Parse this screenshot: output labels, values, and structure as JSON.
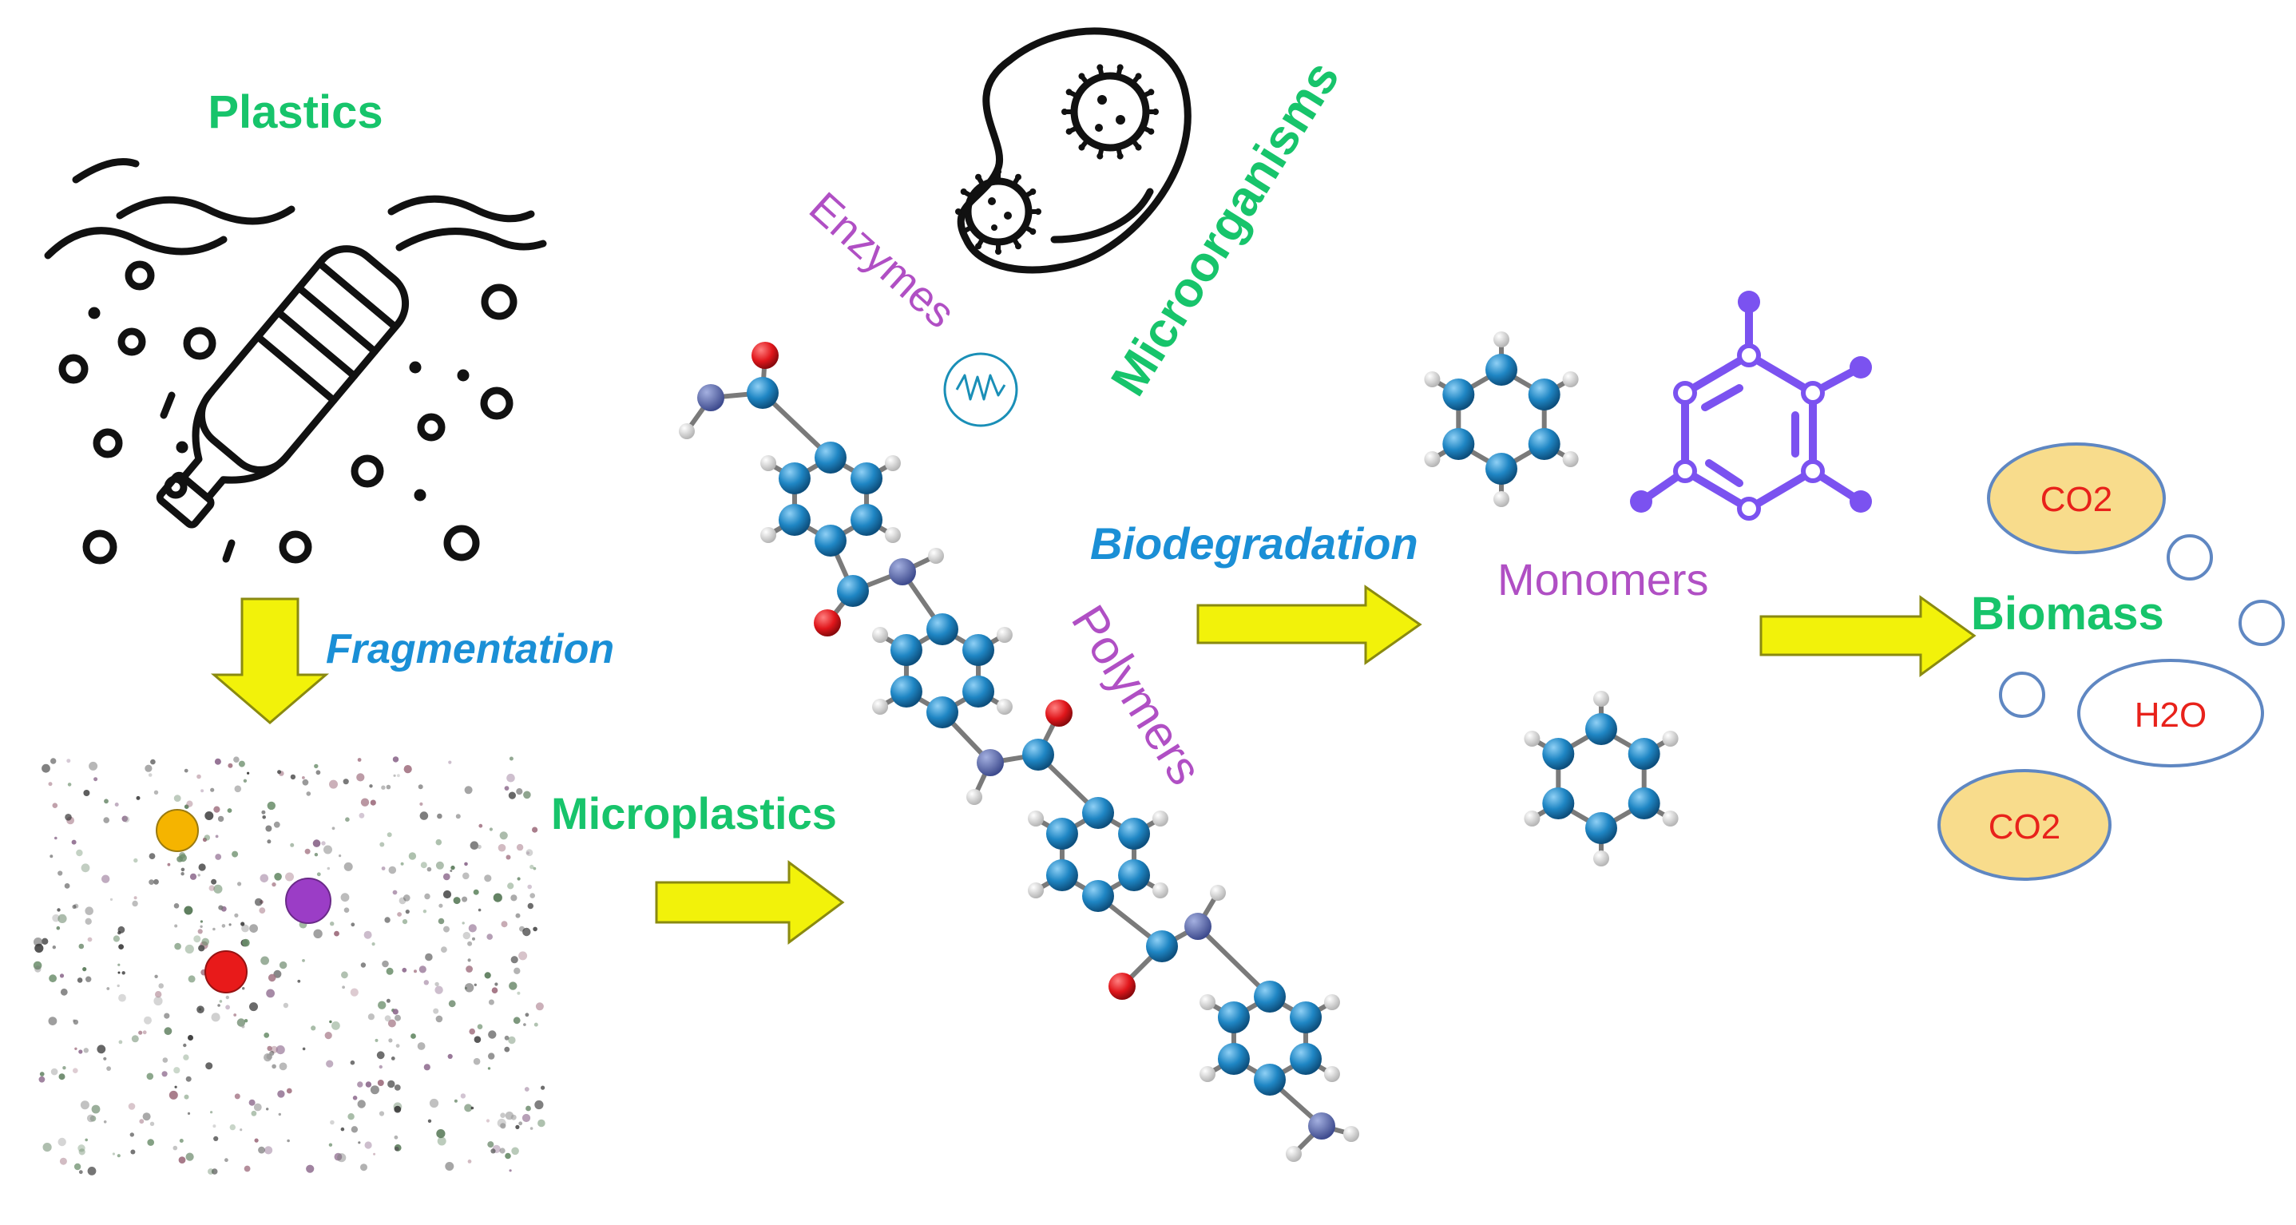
{
  "labels": {
    "plastics": "Plastics",
    "fragmentation": "Fragmentation",
    "microplastics": "Microplastics",
    "enzymes": "Enzymes",
    "microorganisms": "Microorganisms",
    "polymers": "Polymers",
    "biodegradation": "Biodegradation",
    "monomers": "Monomers",
    "biomass": "Biomass"
  },
  "products": {
    "co2_top": "CO2",
    "h2o": "H2O",
    "co2_bottom": "CO2"
  },
  "colors": {
    "green_label": "#17c46b",
    "blue_label": "#1a8fd6",
    "purple_label": "#b04fc4",
    "arrow_fill": "#f2f20a",
    "carbon_atom": "#1f86c4",
    "oxygen_atom": "#e0161b",
    "nitrogen_atom": "#5563a6",
    "benzene_outline": "#7b52f0",
    "bubble_fill": "#f8dc8c",
    "bubble_stroke": "#5f87c2"
  },
  "icons": [
    "plastic-bottle-icon",
    "microorganism-icon",
    "enzyme-icon",
    "benzene-structure-icon"
  ]
}
